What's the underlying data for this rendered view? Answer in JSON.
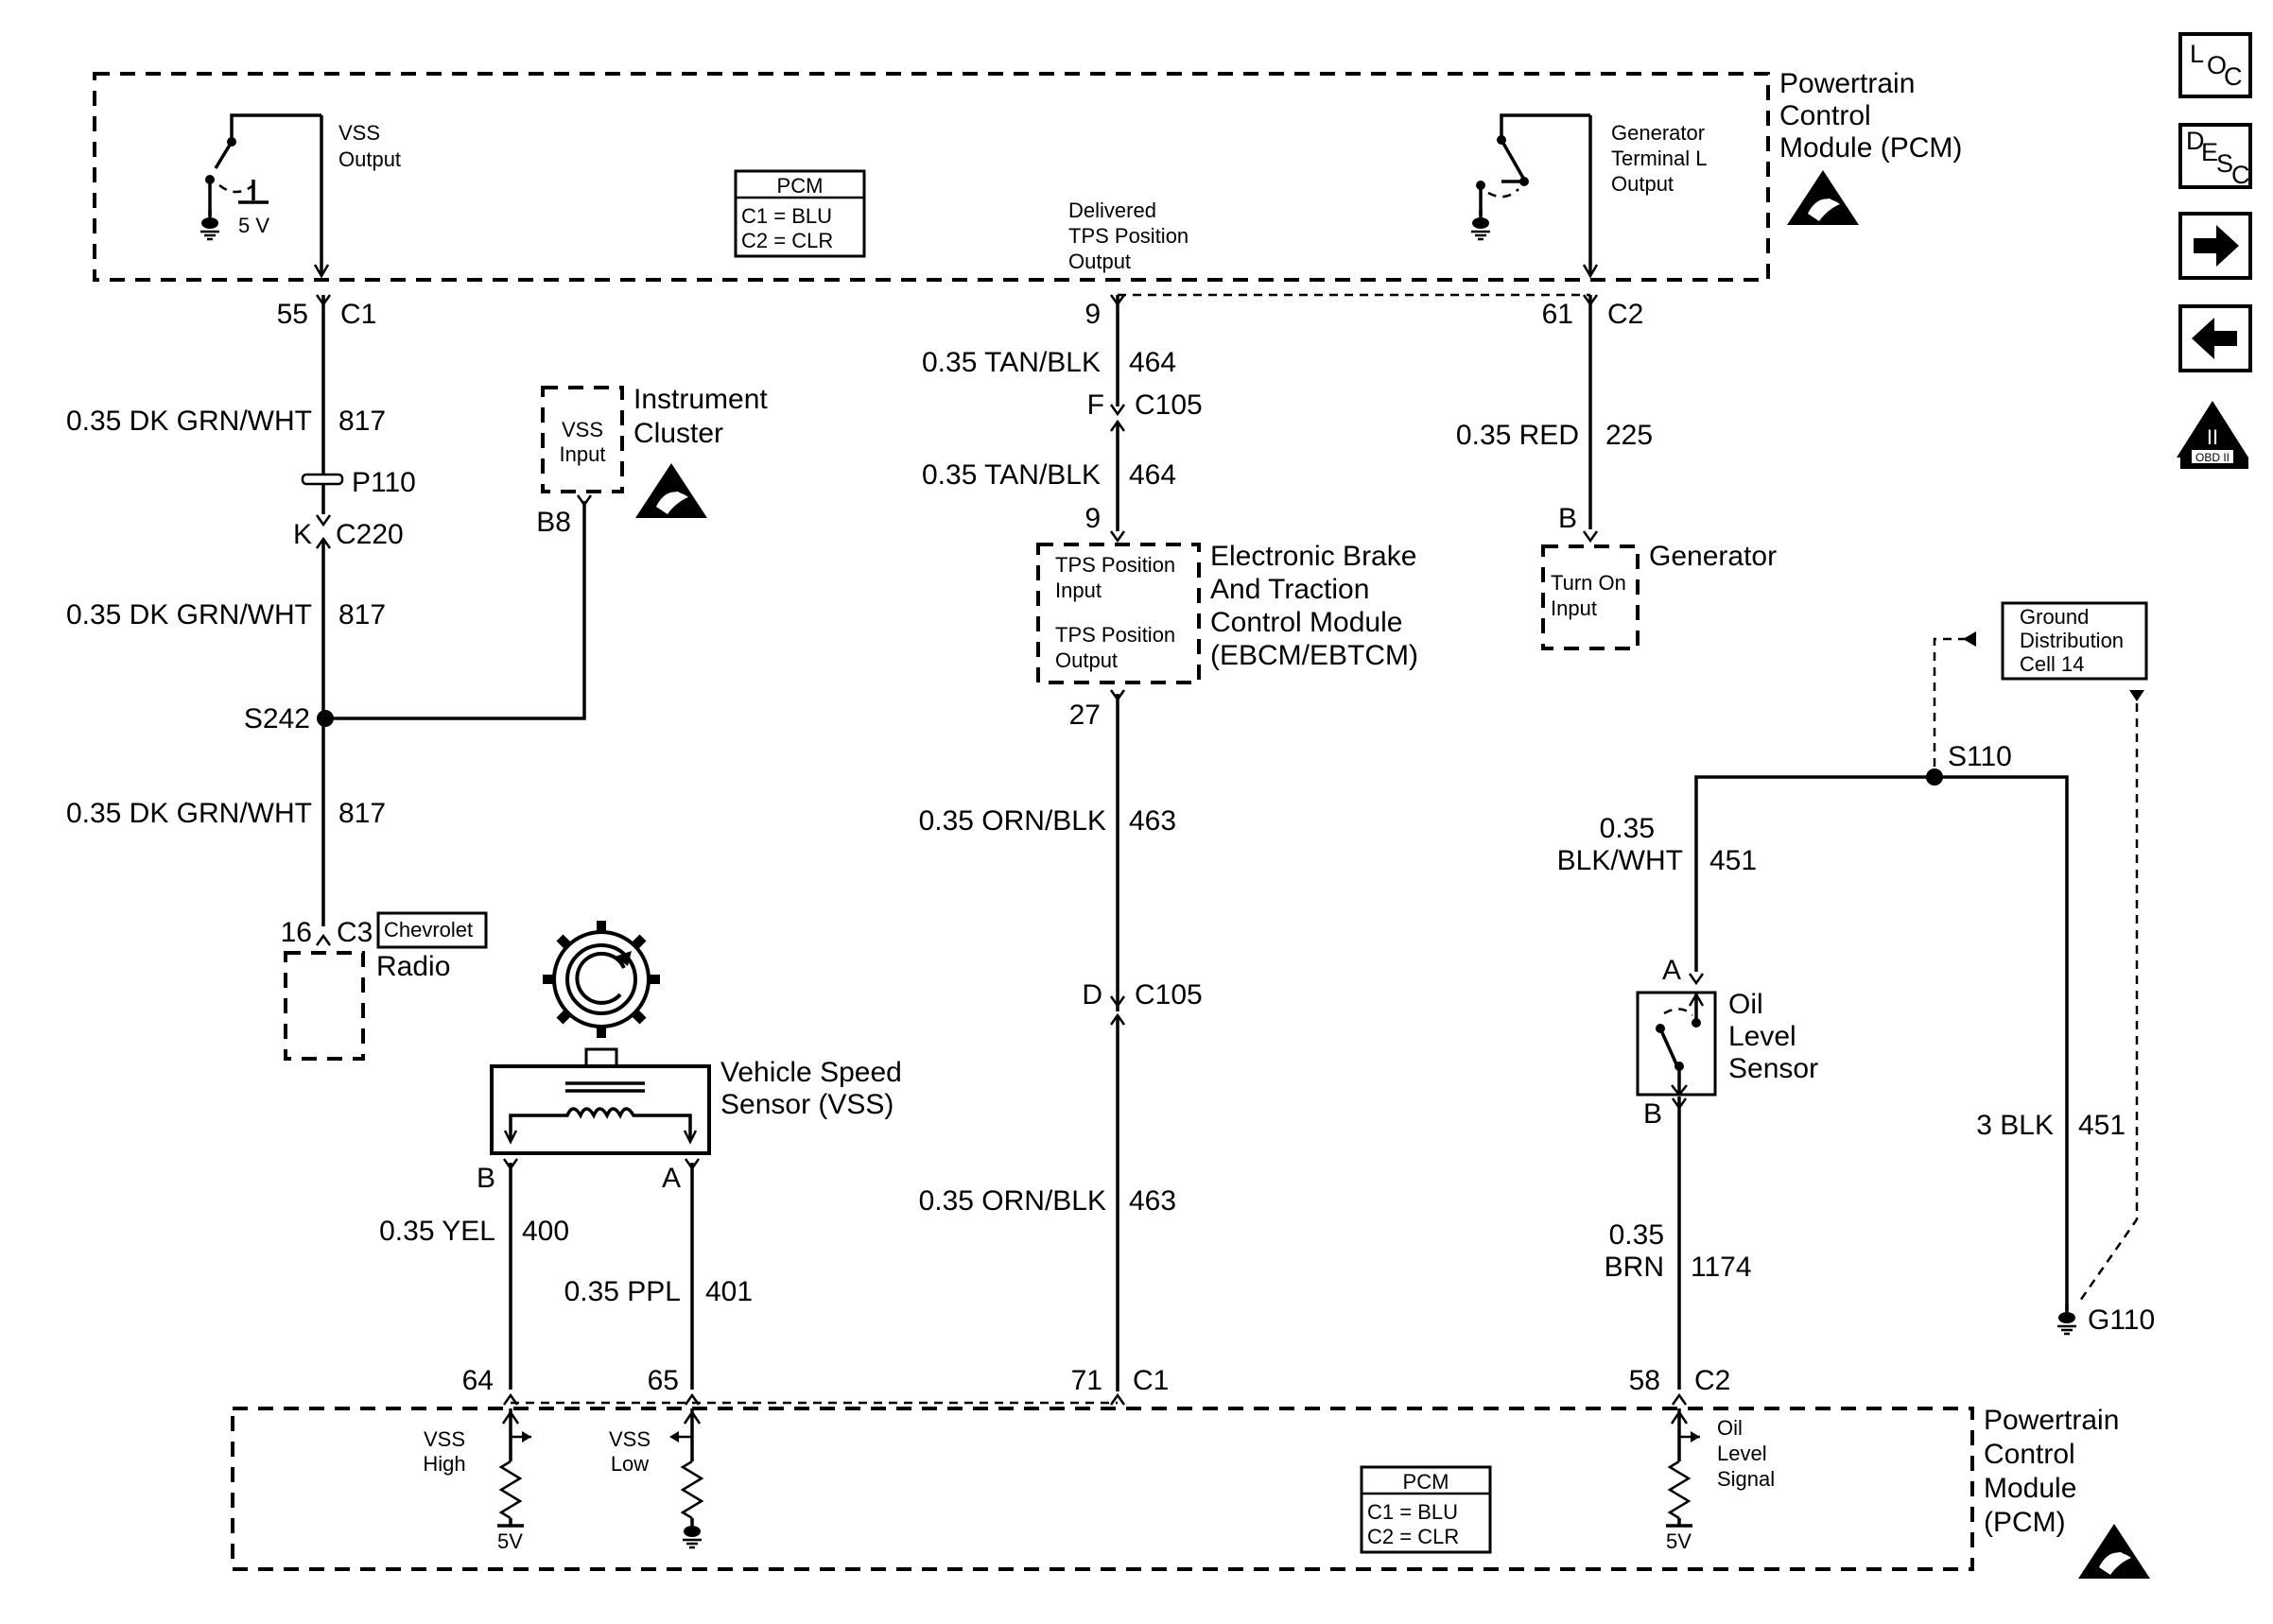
{
  "pcm_top": {
    "title_lines": [
      "Powertrain",
      "Control",
      "Module (PCM)"
    ],
    "vss_output_lines": [
      "VSS",
      "Output"
    ],
    "five_v": "5 V",
    "gen_output_lines": [
      "Generator",
      "Terminal L",
      "Output"
    ],
    "tps_output_lines": [
      "Delivered",
      "TPS Position",
      "Output"
    ],
    "legend": {
      "title": "PCM",
      "c1": "C1 = BLU",
      "c2": "C2 = CLR"
    }
  },
  "pcm_bottom": {
    "title_lines": [
      "Powertrain",
      "Control",
      "Module",
      "(PCM)"
    ],
    "vss_high_lines": [
      "VSS",
      "High"
    ],
    "vss_low_lines": [
      "VSS",
      "Low"
    ],
    "oil_signal_lines": [
      "Oil",
      "Level",
      "Signal"
    ],
    "five_v_a": "5V",
    "five_v_b": "5V",
    "legend": {
      "title": "PCM",
      "c1": "C1 = BLU",
      "c2": "C2 = CLR"
    }
  },
  "left_circuit": {
    "pin_top": "55",
    "conn_top": "C1",
    "wire1": "0.35 DK GRN/WHT",
    "ckt1": "817",
    "splice_pkg": "P110",
    "pin_k": "K",
    "conn_k": "C220",
    "wire2": "0.35 DK GRN/WHT",
    "ckt2": "817",
    "splice": "S242",
    "wire3": "0.35 DK GRN/WHT",
    "ckt3": "817",
    "pin_radio": "16",
    "conn_radio": "C3",
    "radio_tag": "Chevrolet",
    "radio_label": "Radio"
  },
  "cluster": {
    "input_lines": [
      "VSS",
      "Input"
    ],
    "title_lines": [
      "Instrument",
      "Cluster"
    ],
    "pin": "B8"
  },
  "tps_circuit": {
    "pin_top": "9",
    "wire1": "0.35 TAN/BLK",
    "ckt1": "464",
    "pin_f": "F",
    "conn_f": "C105",
    "wire2": "0.35 TAN/BLK",
    "ckt2": "464",
    "pin_ebcm": "9",
    "ebcm_input_lines": [
      "TPS Position",
      "Input"
    ],
    "ebcm_output_lines": [
      "TPS Position",
      "Output"
    ],
    "ebcm_title_lines": [
      "Electronic Brake",
      "And Traction",
      "Control Module",
      "(EBCM/EBTCM)"
    ],
    "pin_27": "27",
    "wire3": "0.35 ORN/BLK",
    "ckt3": "463",
    "pin_d": "D",
    "conn_d": "C105",
    "wire4": "0.35 ORN/BLK",
    "ckt4": "463",
    "pin_bottom": "71",
    "conn_bottom": "C1"
  },
  "gen_circuit": {
    "pin_top": "61",
    "conn_top": "C2",
    "wire": "0.35 RED",
    "ckt": "225",
    "pin_b": "B",
    "turn_on_lines": [
      "Turn On",
      "Input"
    ],
    "title": "Generator"
  },
  "ground": {
    "dist_lines": [
      "Ground",
      "Distribution",
      "Cell 14"
    ],
    "splice": "S110",
    "wire_a_lines": [
      "0.35",
      "BLK/WHT"
    ],
    "ckt_a": "451",
    "wire_b": "3 BLK",
    "ckt_b": "451",
    "ground_label": "G110"
  },
  "oil": {
    "pin_a": "A",
    "pin_b": "B",
    "title_lines": [
      "Oil",
      "Level",
      "Sensor"
    ],
    "wire_lines": [
      "0.35",
      "BRN"
    ],
    "ckt": "1174",
    "pin_bottom": "58",
    "conn_bottom": "C2"
  },
  "vss": {
    "title_lines": [
      "Vehicle Speed",
      "Sensor (VSS)"
    ],
    "pin_b": "B",
    "pin_a": "A",
    "wire_b": "0.35 YEL",
    "ckt_b": "400",
    "wire_a": "0.35 PPL",
    "ckt_a": "401",
    "pin_64": "64",
    "pin_65": "65"
  },
  "nav": {
    "loc": {
      "l": "L",
      "o": "O",
      "c": "C"
    },
    "desc": {
      "d": "D",
      "e": "E",
      "s": "S",
      "c": "C"
    },
    "obd": {
      "roman": "II",
      "label": "OBD II"
    }
  }
}
